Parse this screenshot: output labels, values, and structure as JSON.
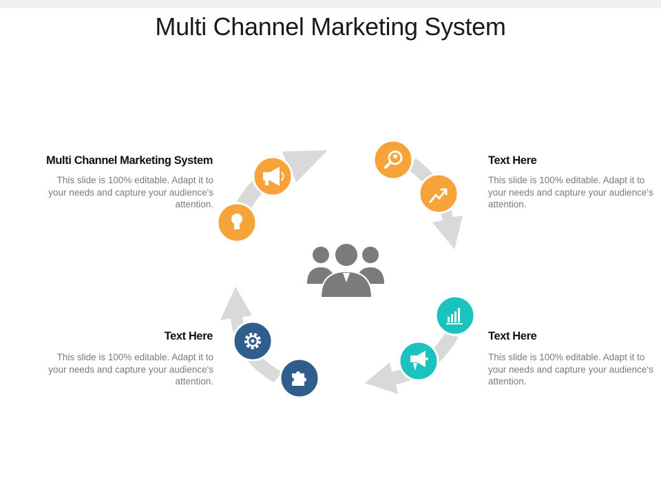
{
  "title": "Multi Channel Marketing System",
  "blocks": {
    "top_left": {
      "heading": "Multi Channel Marketing System",
      "text": "This slide is 100% editable. Adapt it to your needs and capture your audience's attention."
    },
    "top_right": {
      "heading": "Text Here",
      "text": "This slide is 100% editable. Adapt it to your needs and capture your audience's attention."
    },
    "bottom_left": {
      "heading": "Text Here",
      "text": "This slide is 100% editable. Adapt it to your needs and capture your audience's attention."
    },
    "bottom_right": {
      "heading": "Text Here",
      "text": "This slide is 100% editable. Adapt it to your needs and capture your audience's attention."
    }
  },
  "colors": {
    "orange": "#F6A33A",
    "teal": "#1CC2BE",
    "navy": "#2F5D8C",
    "arrow": "#d9d9d9",
    "people": "#7b7b7b"
  },
  "icons": {
    "top_left": [
      "lightbulb-icon",
      "megaphone-icon"
    ],
    "top_right": [
      "search-person-icon",
      "trending-up-icon"
    ],
    "bottom_right": [
      "bar-chart-icon",
      "megaphone-icon"
    ],
    "bottom_left": [
      "gear-icon",
      "puzzle-icon"
    ],
    "center": "people-group-icon"
  }
}
